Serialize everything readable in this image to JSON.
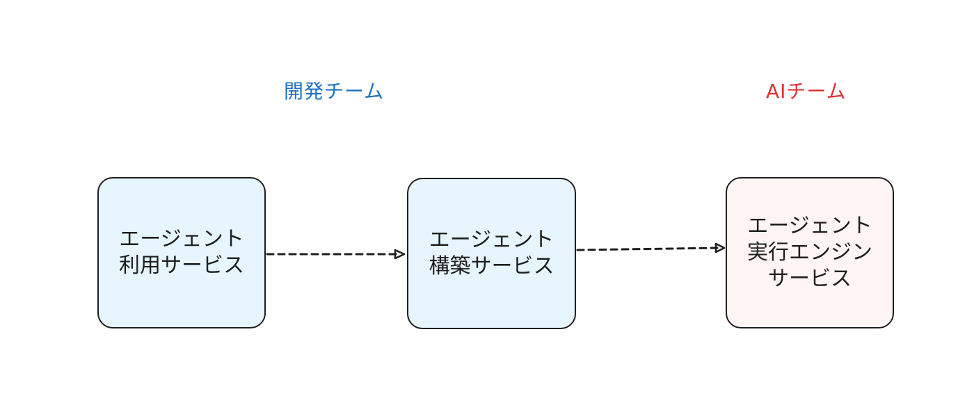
{
  "teams": {
    "dev": {
      "label": "開発チーム",
      "color": "#1971c2"
    },
    "ai": {
      "label": "AIチーム",
      "color": "#e03131"
    }
  },
  "nodes": {
    "usage": {
      "lines": [
        "エージェント",
        "利用サービス"
      ],
      "fill": "#e7f5ff"
    },
    "build": {
      "lines": [
        "エージェント",
        "構築サービス"
      ],
      "fill": "#e7f5ff"
    },
    "engine": {
      "lines": [
        "エージェント",
        "実行エンジン",
        "サービス"
      ],
      "fill": "#fff5f5"
    }
  },
  "edges": [
    {
      "from": "usage",
      "to": "build",
      "style": "dashed"
    },
    {
      "from": "build",
      "to": "engine",
      "style": "dashed"
    }
  ]
}
